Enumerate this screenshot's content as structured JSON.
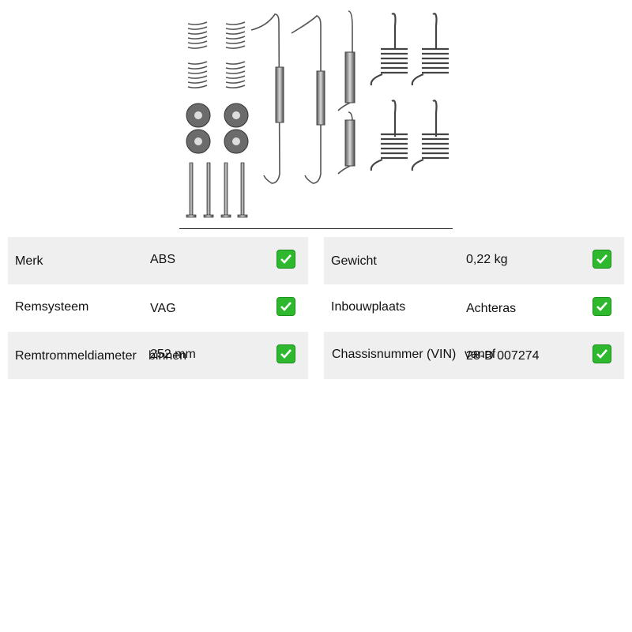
{
  "image": {
    "icon": "brake-spring-kit-illustration"
  },
  "specs": {
    "left": [
      {
        "label": "Merk",
        "value": "ABS"
      },
      {
        "label": "Remsysteem",
        "value": "VAG"
      },
      {
        "label": "Remtrommeldiameter",
        "label_overlap": "binnen",
        "value": "252 mm"
      }
    ],
    "right": [
      {
        "label": "Gewicht",
        "value": "0,22 kg"
      },
      {
        "label": "Inbouwplaats",
        "value": "Achteras"
      },
      {
        "label": "Chassisnummer (VIN)",
        "label_overlap": "vanaf",
        "value": "28-D 007274"
      }
    ]
  },
  "colors": {
    "check_green": "#2eb82e",
    "row_shade": "#efefef"
  }
}
